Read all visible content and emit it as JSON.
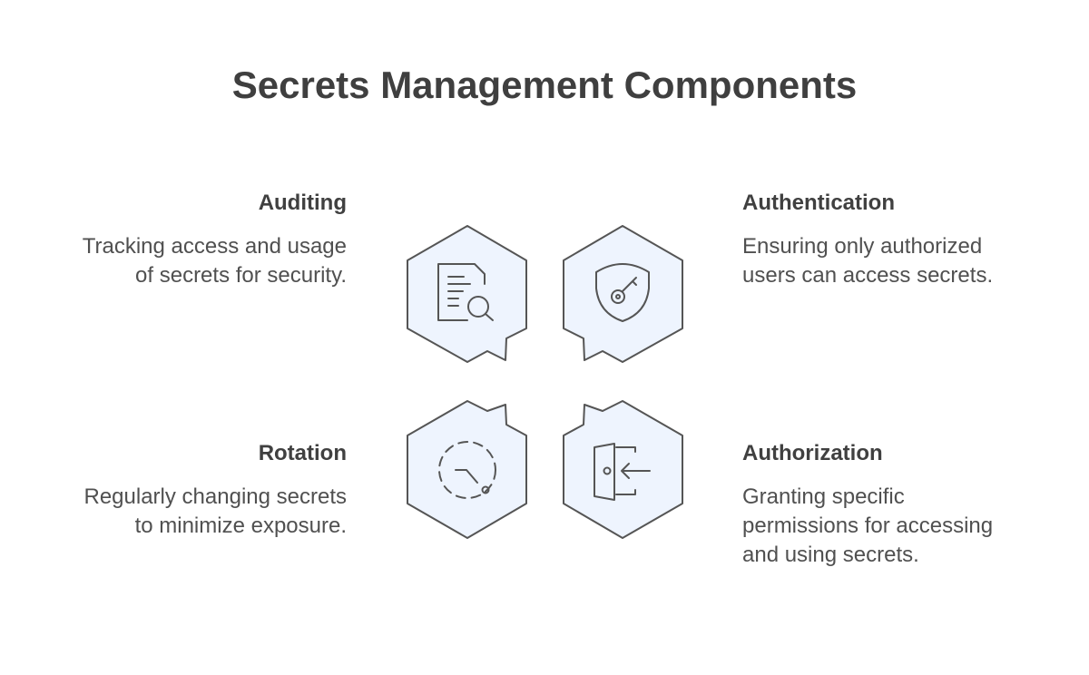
{
  "title": "Secrets Management Components",
  "items": [
    {
      "heading": "Auditing",
      "description": "Tracking access and usage of secrets for security.",
      "icon": "document-search-icon"
    },
    {
      "heading": "Authentication",
      "description": "Ensuring only authorized users can access secrets.",
      "icon": "shield-key-icon"
    },
    {
      "heading": "Rotation",
      "description": "Regularly changing secrets to minimize exposure.",
      "icon": "rotation-dial-icon"
    },
    {
      "heading": "Authorization",
      "description": "Granting specific permissions for accessing and using secrets.",
      "icon": "door-enter-icon"
    }
  ],
  "colors": {
    "hex_fill": "#eef4fe",
    "stroke": "#555555",
    "text": "#454545"
  }
}
